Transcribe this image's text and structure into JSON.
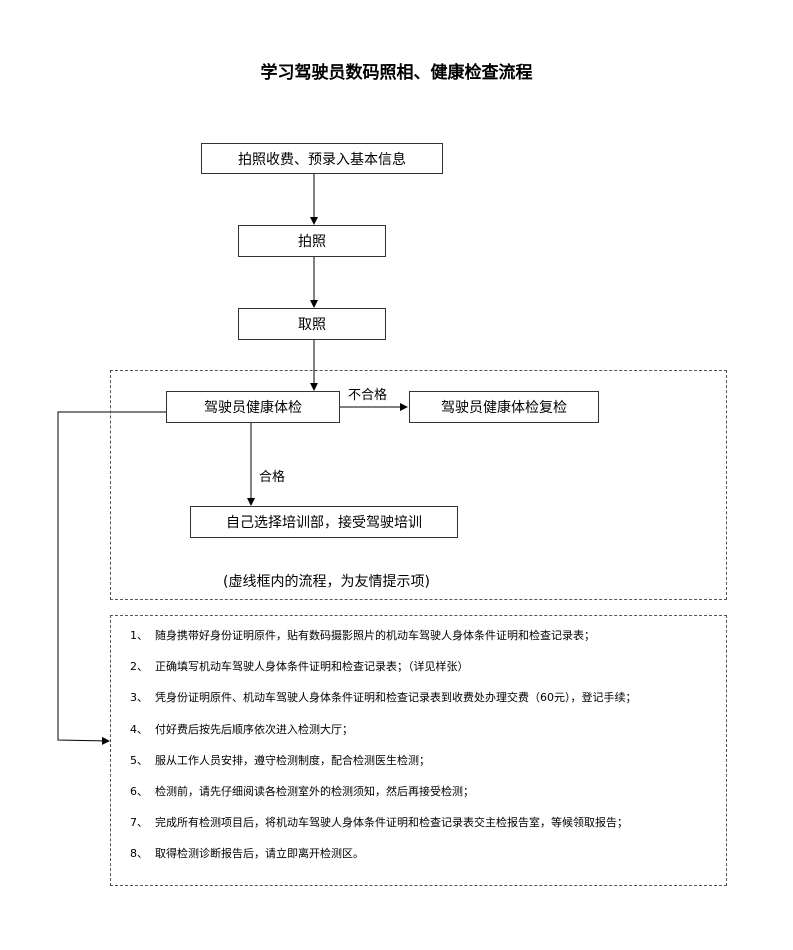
{
  "title": "学习驾驶员数码照相、健康检查流程",
  "steps": {
    "step1": "拍照收费、预录入基本信息",
    "step2": "拍照",
    "step3": "取照",
    "step4": "驾驶员健康体检",
    "recheck": "驾驶员健康体检复检",
    "training": "自己选择培训部，接受驾驶培训"
  },
  "edges": {
    "fail": "不合格",
    "pass": "合格"
  },
  "dashed_note": "(虚线框内的流程，为友情提示项)",
  "instructions": [
    {
      "num": "1、",
      "text": "随身携带好身份证明原件，贴有数码摄影照片的机动车驾驶人身体条件证明和检查记录表；"
    },
    {
      "num": "2、",
      "text": "正确填写机动车驾驶人身体条件证明和检查记录表；（详见样张）"
    },
    {
      "num": "3、",
      "text": "凭身份证明原件、机动车驾驶人身体条件证明和检查记录表到收费处办理交费（60元），登记手续；"
    },
    {
      "num": "4、",
      "text": "付好费后按先后顺序依次进入检测大厅；"
    },
    {
      "num": "5、",
      "text": "服从工作人员安排，遵守检测制度，配合检测医生检测；"
    },
    {
      "num": "6、",
      "text": "检测前，请先仔细阅读各检测室外的检测须知，然后再接受检测；"
    },
    {
      "num": "7、",
      "text": "完成所有检测项目后，将机动车驾驶人身体条件证明和检查记录表交主检报告室，等候领取报告；"
    },
    {
      "num": "8、",
      "text": "取得检测诊断报告后，请立即离开检测区。"
    }
  ]
}
